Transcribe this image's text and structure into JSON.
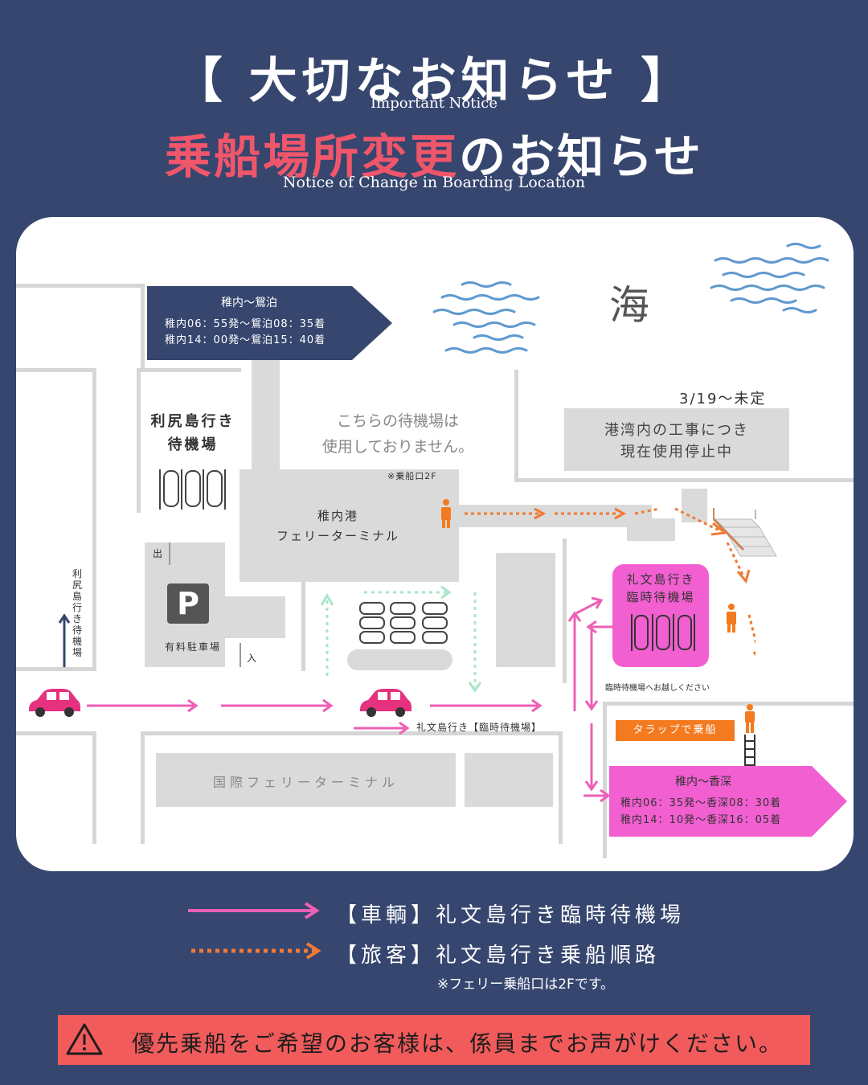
{
  "header": {
    "title": "【 大切なお知らせ 】",
    "title_en": "Important Notice",
    "headline_red": "乗船場所変更",
    "headline_white": "のお知らせ",
    "headline_en": "Notice of Change in Boarding Location"
  },
  "map": {
    "sea_label": "海",
    "route_kutsugata": {
      "title": "稚内～鴛泊",
      "line1": "稚内06：55発～鴛泊08：35着",
      "line2": "稚内14：00発～鴛泊15：40着"
    },
    "route_kafuka": {
      "title": "稚内～香深",
      "line1": "稚内06：35発～香深08：30着",
      "line2": "稚内14：10発～香深16：05着"
    },
    "rishiri_waiting": "利尻島行き\n待機場",
    "unused_notice": "こちらの待機場は\n使用しておりません。",
    "construction_date": "3/19～未定",
    "construction_notice": "港湾内の工事につき\n現在使用停止中",
    "boarding_2f_note": "※乗船口2F",
    "terminal_label": "稚内港\nフェリーターミナル",
    "parking_exit": "出",
    "parking_entrance": "入",
    "parking_icon": "P",
    "parking_label": "有料駐車場",
    "rishiri_vertical": "利尻島行き待機場",
    "rebun_temp_waiting": "礼文島行き\n臨時待機場",
    "proceed_notice": "臨時待機場へお越しください",
    "rebun_arrow_label": "礼文島行き【臨時待機場】",
    "gangway_label": "タラップで乗船",
    "intl_terminal": "国際フェリーターミナル"
  },
  "legend": {
    "vehicle": "【車輌】礼文島行き臨時待機場",
    "passenger": "【旅客】礼文島行き乗船順路",
    "note": "※フェリー乗船口は2Fです。"
  },
  "alert": {
    "icon": "warning-icon",
    "text": "優先乗船をご希望のお客様は、係員までお声がけください。"
  },
  "colors": {
    "background": "#36466f",
    "headline_red": "#f0566a",
    "vehicle_pink": "#ee5fb5",
    "passenger_orange": "#f07a35",
    "alert_red": "#f25b5b",
    "gangway_orange": "#f47a20"
  }
}
